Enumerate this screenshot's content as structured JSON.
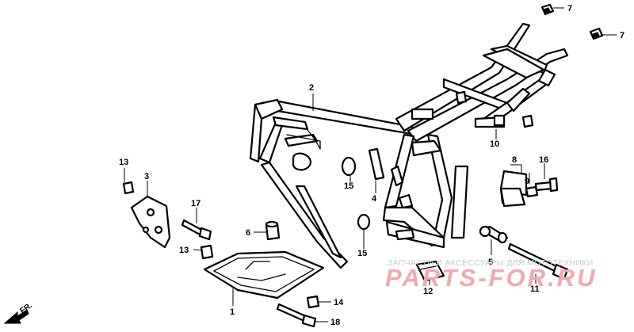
{
  "callouts": [
    "1",
    "2",
    "3",
    "4",
    "5",
    "6",
    "7",
    "7",
    "8",
    "9",
    "10",
    "11",
    "12",
    "13",
    "13",
    "14",
    "15",
    "15",
    "16",
    "17",
    "18"
  ],
  "direction_label": "FR.",
  "watermark": {
    "tagline": "ЗАПЧАСТИ И АКСЕССУАРЫ ДЛЯ МОТОТЕХНИКИ",
    "logo": "PARTS-FOR.RU",
    "color": "#f0a9ad"
  }
}
